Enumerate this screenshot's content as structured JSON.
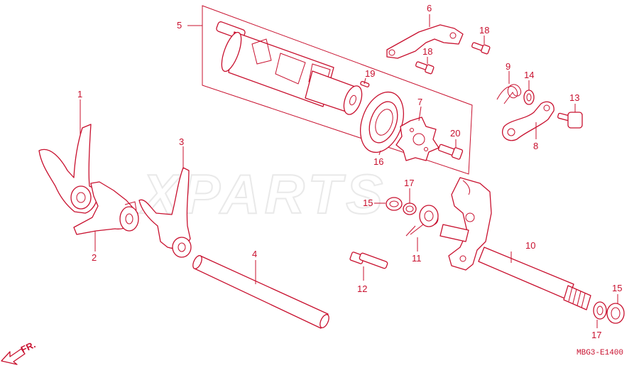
{
  "diagram": {
    "watermark": "XPARTS",
    "diagram_code": "MBG3-E1400",
    "direction_label": "FR.",
    "colors": {
      "line": "#c8102e",
      "background": "#ffffff",
      "watermark": "#e9e9e9"
    },
    "callouts": {
      "c1": "1",
      "c2": "2",
      "c3": "3",
      "c4": "4",
      "c5": "5",
      "c6": "6",
      "c7": "7",
      "c8": "8",
      "c9": "9",
      "c10": "10",
      "c11": "11",
      "c12": "12",
      "c13": "13",
      "c14": "14",
      "c15a": "15",
      "c15b": "15",
      "c16": "16",
      "c17a": "17",
      "c17b": "17",
      "c18a": "18",
      "c18b": "18",
      "c19": "19",
      "c20": "20"
    }
  }
}
